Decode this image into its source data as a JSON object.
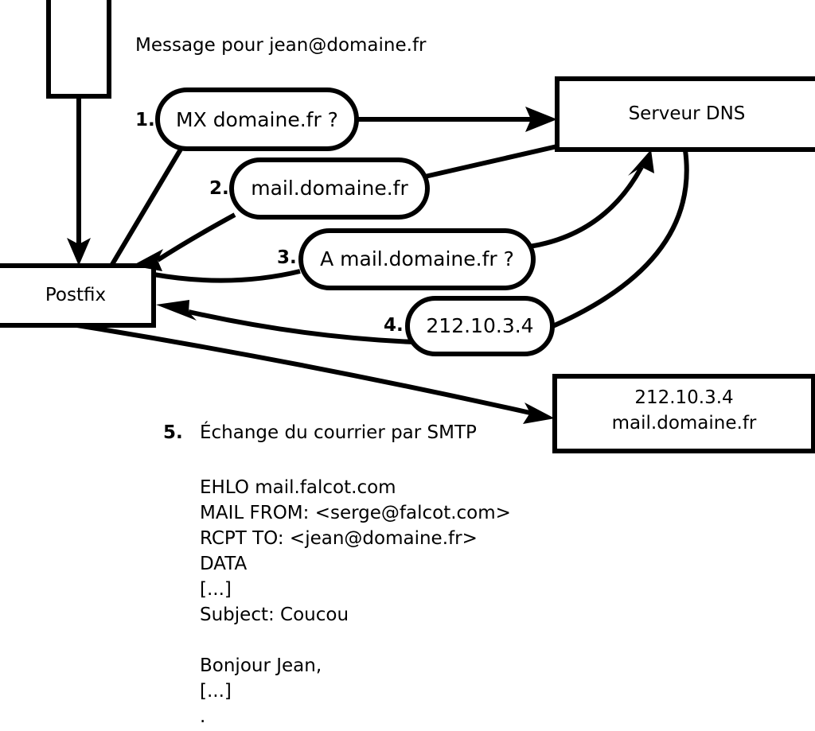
{
  "diagram": {
    "title_text": "Message pour jean@domaine.fr",
    "nodes": {
      "client": {
        "label": ""
      },
      "postfix": {
        "label": "Postfix"
      },
      "dns": {
        "label": "Serveur DNS"
      },
      "mailserver": {
        "line1": "212.10.3.4",
        "line2": "mail.domaine.fr"
      }
    },
    "steps": [
      {
        "num": "1.",
        "text": "MX domaine.fr ?"
      },
      {
        "num": "2.",
        "text": "mail.domaine.fr"
      },
      {
        "num": "3.",
        "text": "A mail.domaine.fr ?"
      },
      {
        "num": "4.",
        "text": "212.10.3.4"
      }
    ],
    "step5": {
      "num": "5.",
      "text": "Échange du courrier par SMTP"
    },
    "smtp_transcript": [
      "EHLO mail.falcot.com",
      "MAIL FROM: <serge@falcot.com>",
      "RCPT TO: <jean@domaine.fr>",
      "DATA",
      "[...]",
      "Subject: Coucou",
      "",
      "Bonjour Jean,",
      "[...]",
      "."
    ],
    "colors": {
      "stroke": "#000000",
      "fill": "#ffffff",
      "text": "#000000"
    }
  }
}
